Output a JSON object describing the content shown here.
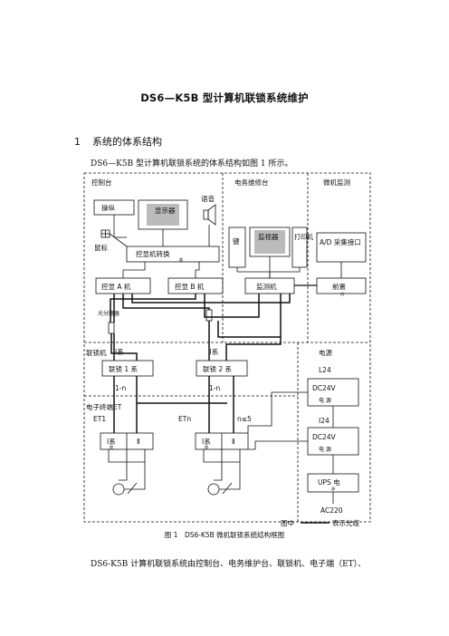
{
  "title": "DS6—K5B 型计算机联锁系统维护",
  "section": {
    "number": "1",
    "heading": "系统的体系结构"
  },
  "intro": "DS6—K5B 型计算机联锁系统的体系结构如图 1 所示。",
  "diagram": {
    "regions": {
      "control_desk": "控制台",
      "maintenance": "电务维修台",
      "micro_monitor": "微机监测",
      "interlock": "联锁机",
      "et": "电子终端ET",
      "power": "电源"
    },
    "blocks": {
      "operate": "操纵",
      "display": "显示器",
      "voice": "语音",
      "mouse": "鼠标",
      "kvm_switch": "控显机转换",
      "kvm_switch_sub": "器",
      "ctrl_a": "控显 A 机",
      "ctrl_b": "控显 B 机",
      "keyboard": "键",
      "monitor_display": "监视器",
      "printer": "打印机",
      "monitor_pc": "监测机",
      "ad": "A/D 采集接口",
      "front": "前置",
      "front_sub": "机",
      "optical_splitter": "光分路器",
      "sys1": "Ⅰ系",
      "sys2": "Ⅱ系",
      "ilk1": "联锁 1 系",
      "ilk2": "联锁 2 系",
      "one_n_1": "1-n",
      "one_n_2": "1-n",
      "et1": "ET1",
      "etn": "ETn",
      "n_le": "n≤5",
      "et_sys1": "Ⅰ系",
      "et_sys2": "Ⅱ",
      "et_sys1b": "Ⅰ系",
      "et_sys2b": "Ⅱ",
      "et_sub": "统",
      "l24": "L24",
      "dc24_1": "DC24V",
      "dc24_1_sub": "电 源",
      "i24": "I24",
      "dc24_2": "DC24V",
      "dc24_2_sub": "电 源",
      "ups": "UPS 电",
      "ups_sub": "源",
      "ac220": "AC220",
      "legend_prefix": "图中",
      "legend_suffix": "表示光缆"
    }
  },
  "caption": "图 1　DS6-K5B 微机联锁系统结构框图",
  "body": "DS6-K5B 计算机联锁系统由控制台、电务维护台、联锁机、电子端（ET）、"
}
